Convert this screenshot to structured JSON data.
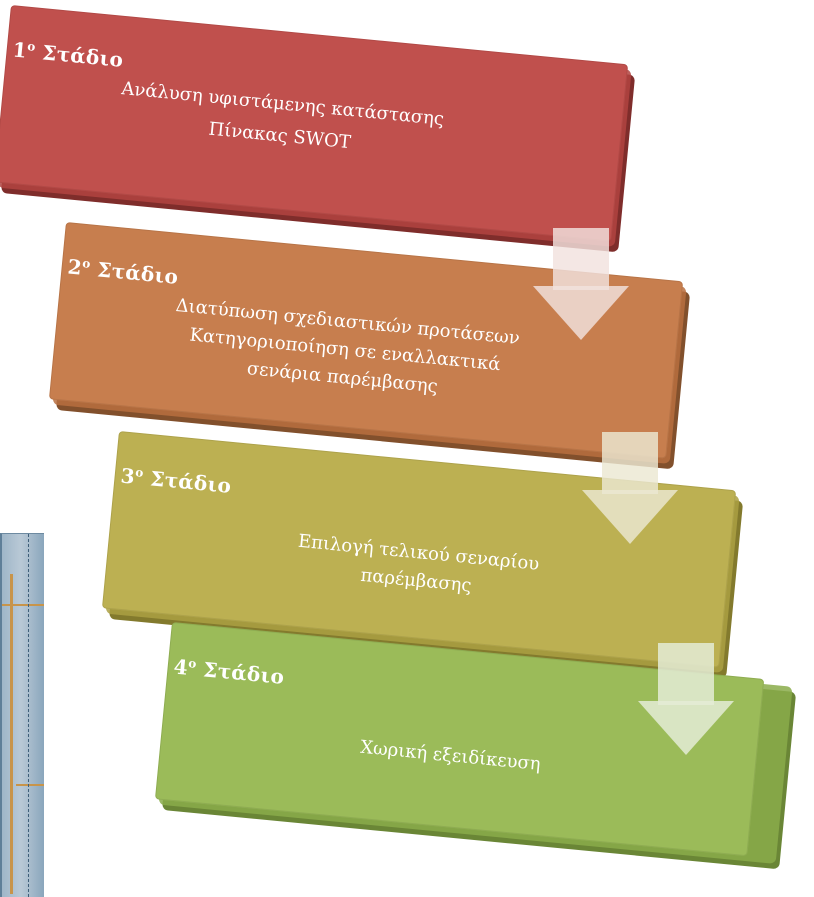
{
  "stages": [
    {
      "number": "1",
      "sup": "ο",
      "label": "Στάδιο",
      "lines": [
        "Ανάλυση υφιστάμενης κατάστασης",
        "Πίνακας SWOT"
      ],
      "color": "#c0504d"
    },
    {
      "number": "2",
      "sup": "ο",
      "label": "Στάδιο",
      "lines": [
        "Διατύπωση σχεδιαστικών προτάσεων",
        "Κατηγοριοποίηση σε εναλλακτικά",
        "σενάρια παρέμβασης"
      ],
      "color": "#c77e4e"
    },
    {
      "number": "3",
      "sup": "ο",
      "label": "Στάδιο",
      "lines": [
        "Επιλογή τελικού σεναρίου",
        "παρέμβασης"
      ],
      "color": "#bcb052"
    },
    {
      "number": "4",
      "sup": "ο",
      "label": "Στάδιο",
      "lines": [
        "Χωρική εξειδίκευση"
      ],
      "color": "#9bbb59"
    }
  ]
}
